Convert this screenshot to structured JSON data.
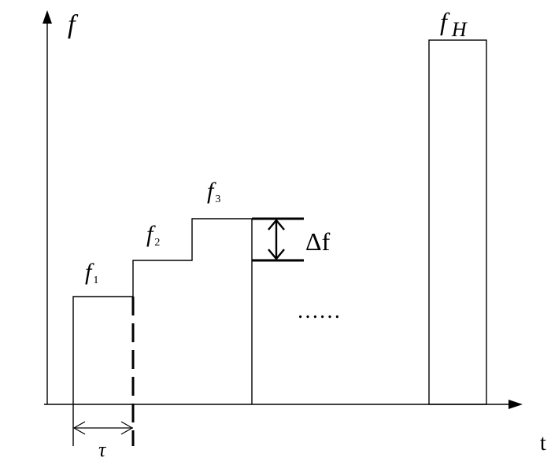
{
  "axes": {
    "y_label": "f",
    "x_label": "t"
  },
  "steps": [
    {
      "label": "f",
      "subscript": "1"
    },
    {
      "label": "f",
      "subscript": "2"
    },
    {
      "label": "f",
      "subscript": "3"
    }
  ],
  "final_step": {
    "label": "f",
    "subscript": "H"
  },
  "increment_label": "Δf",
  "ellipsis": "……",
  "dwell_label": "τ"
}
